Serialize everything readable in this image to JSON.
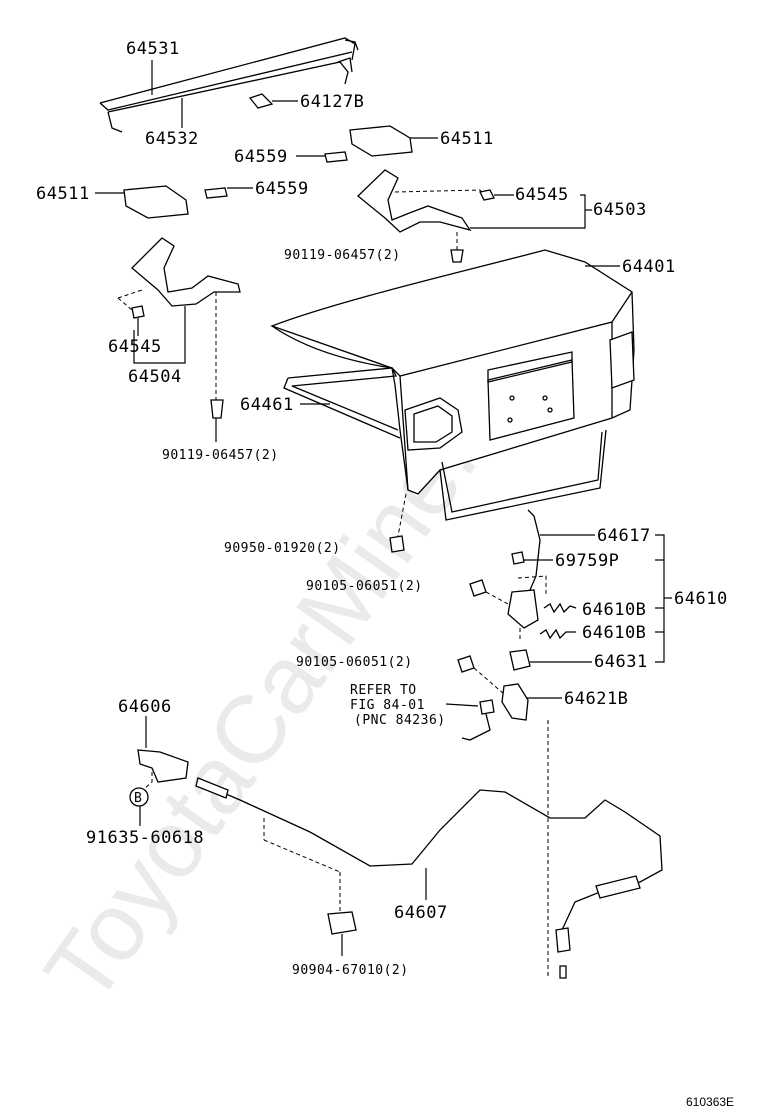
{
  "watermark": "ToyotaCarMine.ru",
  "diagram_code": "610363E",
  "refer_note": {
    "line1": "REFER TO",
    "line2": "FIG 84-01",
    "line3": "(PNC 84236)"
  },
  "circle_marker": "B",
  "labels": {
    "l64531": "64531",
    "l64532": "64532",
    "l64127B": "64127B",
    "l64511_right": "64511",
    "l64559_right": "64559",
    "l64511_left": "64511",
    "l64559_left": "64559",
    "l64545_right": "64545",
    "l64503": "64503",
    "l90119_right": "90119-06457(2)",
    "l64401": "64401",
    "l64545_left": "64545",
    "l64504": "64504",
    "l64461": "64461",
    "l90119_left": "90119-06457(2)",
    "l90950": "90950-01920(2)",
    "l64617": "64617",
    "l69759P": "69759P",
    "l90105_top": "90105-06051(2)",
    "l64610": "64610",
    "l64610B_a": "64610B",
    "l64610B_b": "64610B",
    "l90105_bottom": "90105-06051(2)",
    "l64631": "64631",
    "l64621B": "64621B",
    "l64606": "64606",
    "l91635": "91635-60618",
    "l64607": "64607",
    "l90904": "90904-67010(2)"
  }
}
